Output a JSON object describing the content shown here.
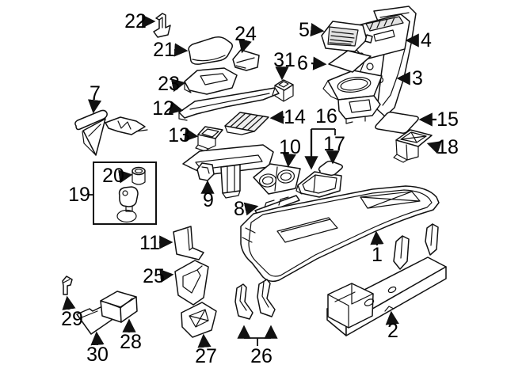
{
  "diagram": {
    "type": "exploded-parts-diagram",
    "background": "#ffffff",
    "line_color": "#111111",
    "callouts": [
      {
        "label": "1"
      },
      {
        "label": "2"
      },
      {
        "label": "3"
      },
      {
        "label": "4"
      },
      {
        "label": "5"
      },
      {
        "label": "6"
      },
      {
        "label": "7"
      },
      {
        "label": "8"
      },
      {
        "label": "9"
      },
      {
        "label": "10"
      },
      {
        "label": "11"
      },
      {
        "label": "12"
      },
      {
        "label": "13"
      },
      {
        "label": "14"
      },
      {
        "label": "15"
      },
      {
        "label": "16"
      },
      {
        "label": "17"
      },
      {
        "label": "18"
      },
      {
        "label": "19"
      },
      {
        "label": "20"
      },
      {
        "label": "21"
      },
      {
        "label": "22"
      },
      {
        "label": "23"
      },
      {
        "label": "24"
      },
      {
        "label": "25"
      },
      {
        "label": "26"
      },
      {
        "label": "27"
      },
      {
        "label": "28"
      },
      {
        "label": "29"
      },
      {
        "label": "30"
      },
      {
        "label": "31"
      }
    ]
  }
}
